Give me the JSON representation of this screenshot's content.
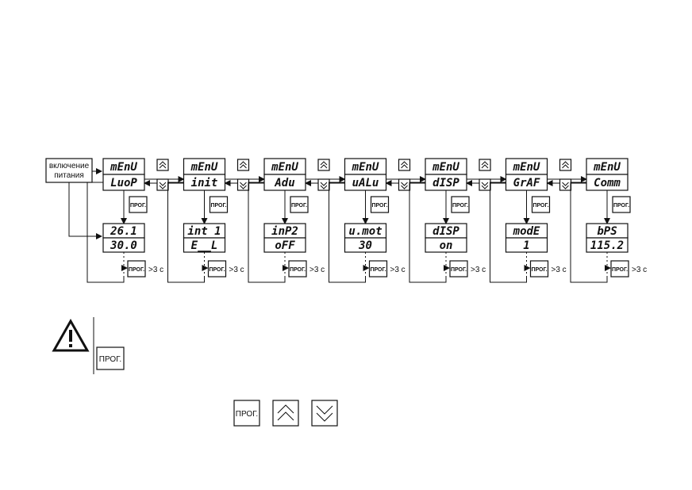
{
  "power_on": [
    "включение",
    "питания"
  ],
  "prog_label": "ПРОГ.",
  "hold_label": ">3 с",
  "menu_title": "mEnU",
  "columns": [
    {
      "top": [
        "mEnU",
        "LuoP"
      ],
      "bottom": [
        "26.1",
        "30.0"
      ]
    },
    {
      "top": [
        "mEnU",
        "init"
      ],
      "bottom": [
        "int 1",
        "E__L"
      ]
    },
    {
      "top": [
        "mEnU",
        "Adu"
      ],
      "bottom": [
        "inP2",
        "oFF"
      ]
    },
    {
      "top": [
        "mEnU",
        "uALu"
      ],
      "bottom": [
        "u.mot",
        "30"
      ]
    },
    {
      "top": [
        "mEnU",
        "dISP"
      ],
      "bottom": [
        "dISP",
        "on"
      ]
    },
    {
      "top": [
        "mEnU",
        "GrAF"
      ],
      "bottom": [
        "modE",
        "1"
      ]
    },
    {
      "top": [
        "mEnU",
        "Comm"
      ],
      "bottom": [
        "bPS",
        "115.2"
      ]
    }
  ],
  "warning_icon": "warning-triangle-icon",
  "legend_buttons": [
    {
      "icon": "prog-button-icon",
      "label": "ПРОГ."
    },
    {
      "icon": "chevron-up-double-icon",
      "label": ""
    },
    {
      "icon": "chevron-down-double-icon",
      "label": ""
    }
  ]
}
